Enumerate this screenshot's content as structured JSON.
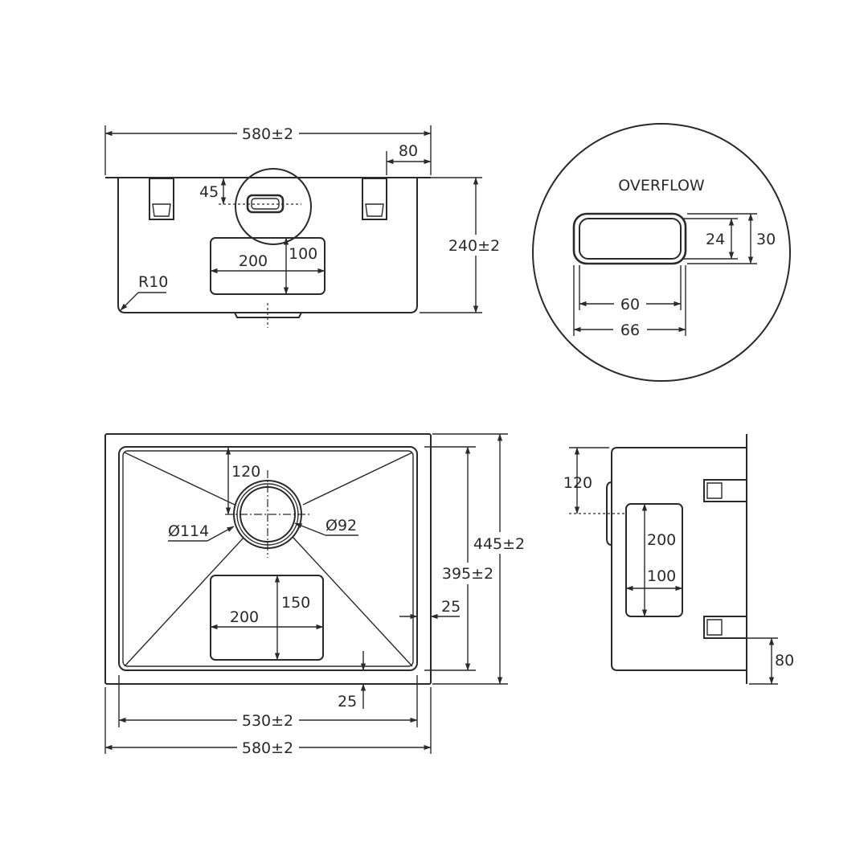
{
  "colors": {
    "line": "#2a2a2a",
    "background": "#ffffff"
  },
  "front_view": {
    "overall_width": "580±2",
    "flange_offset": "80",
    "overflow_height": "45",
    "waste_width": "200",
    "waste_height": "100",
    "depth": "240±2",
    "corner_radius": "R10"
  },
  "overflow_detail": {
    "title": "OVERFLOW",
    "inner_height": "24",
    "outer_height": "30",
    "inner_width": "60",
    "outer_width": "66"
  },
  "plan_view": {
    "drain_offset": "120",
    "outer_diameter": "Ø114",
    "inner_diameter": "Ø92",
    "waste_height": "150",
    "waste_width": "200",
    "side_margin": "25",
    "bottom_margin": "25",
    "inner_length": "395±2",
    "outer_length": "445±2",
    "inner_width": "530±2",
    "outer_width": "580±2"
  },
  "side_view": {
    "overflow_offset": "120",
    "waste_height": "200",
    "waste_width": "100",
    "clip_offset": "80"
  }
}
